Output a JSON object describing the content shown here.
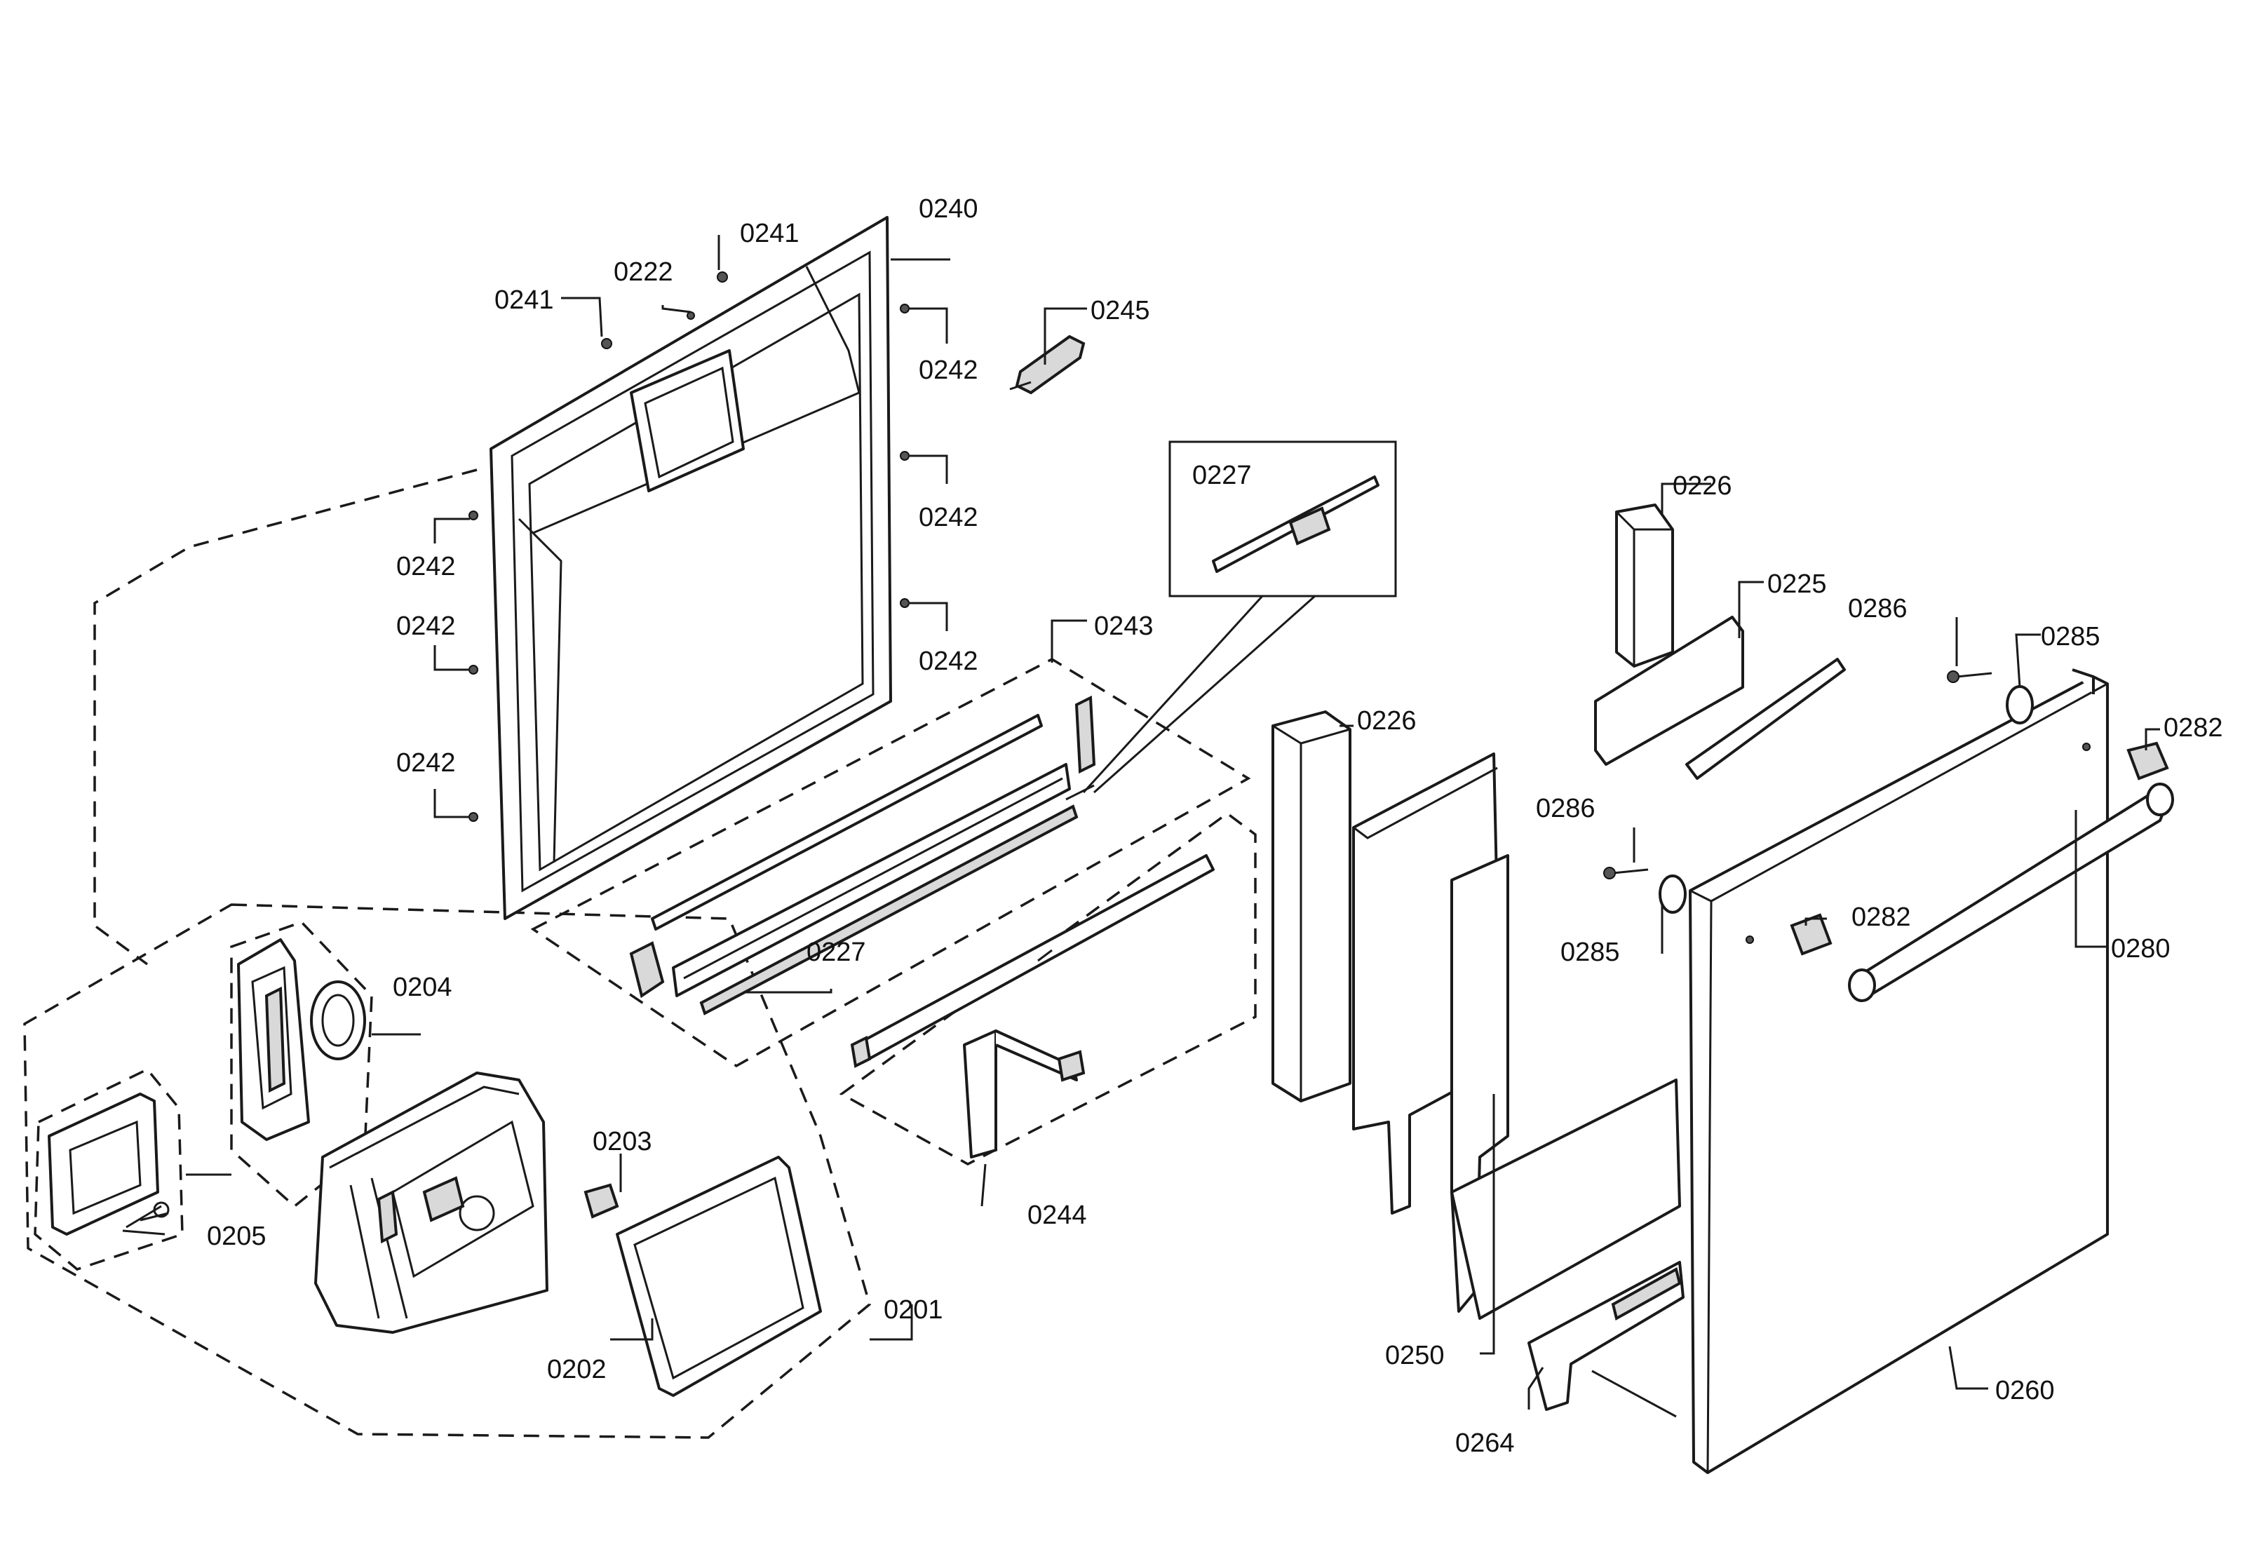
{
  "labels": {
    "p0201": "0201",
    "p0202": "0202",
    "p0203": "0203",
    "p0204": "0204",
    "p0205": "0205",
    "p0222": "0222",
    "p0225": "0225",
    "p0226_top": "0226",
    "p0226_mid": "0226",
    "p0227_inset": "0227",
    "p0227_lower": "0227",
    "p0240": "0240",
    "p0241_left": "0241",
    "p0241_right": "0241",
    "p0242_r1": "0242",
    "p0242_r2": "0242",
    "p0242_r3": "0242",
    "p0242_l1": "0242",
    "p0242_l2": "0242",
    "p0242_l3": "0242",
    "p0243": "0243",
    "p0244": "0244",
    "p0245": "0245",
    "p0250": "0250",
    "p0260": "0260",
    "p0264": "0264",
    "p0280": "0280",
    "p0282_top": "0282",
    "p0282_mid": "0282",
    "p0285_top": "0285",
    "p0285_mid": "0285",
    "p0286_top": "0286",
    "p0286_mid": "0286"
  }
}
